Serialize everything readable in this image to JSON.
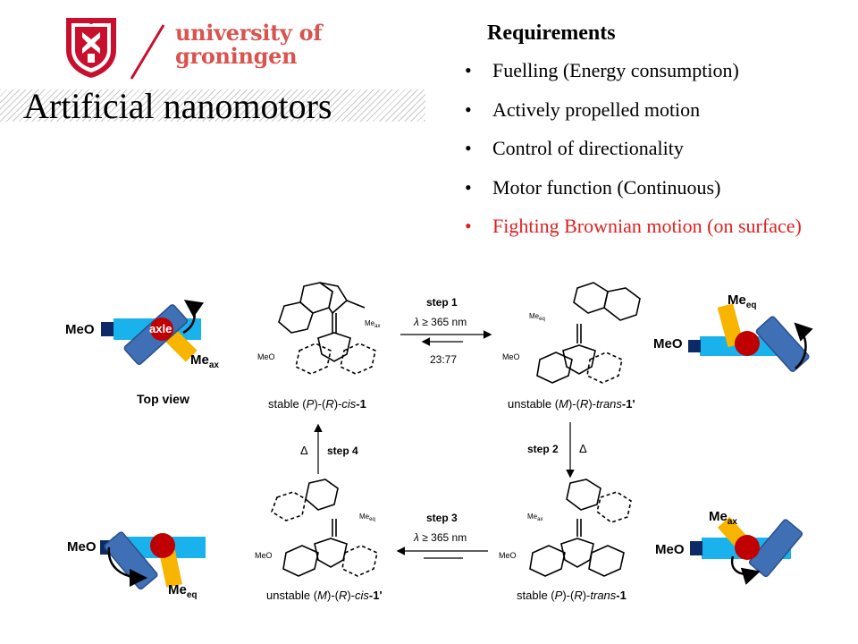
{
  "logo": {
    "line1": "university of",
    "line2": "groningen",
    "brand_color": "#c8102e"
  },
  "slide": {
    "title": "Artificial nanomotors"
  },
  "requirements": {
    "heading": "Requirements",
    "bullet": "•",
    "items": [
      {
        "text": "Fuelling (Energy consumption)",
        "highlight": false
      },
      {
        "text": "Actively propelled motion",
        "highlight": false
      },
      {
        "text": "Control of directionality",
        "highlight": false
      },
      {
        "text": "Motor function (Continuous)",
        "highlight": false
      },
      {
        "text": "Fighting  Brownian motion (on surface)",
        "highlight": true
      }
    ],
    "highlight_color": "#e01f1f"
  },
  "diagram": {
    "top_view_label": "Top view",
    "axle_label": "axle",
    "meo": "MeO",
    "me": "Me",
    "sub_ax": "ax",
    "sub_eq": "eq",
    "colors": {
      "axle_bar": "#1ab2ec",
      "meo_block": "#0c2a66",
      "rotor": "#3f6fb5",
      "methyl": "#f7b500",
      "center": "#c00000"
    },
    "cycle": {
      "step1": {
        "label": "step 1",
        "lambda_symbol": "λ",
        "condition": " ≥ 365 nm",
        "ratio": "23:77"
      },
      "step2": {
        "label": "step 2",
        "delta": "Δ"
      },
      "step3": {
        "label": "step 3",
        "lambda_symbol": "λ",
        "condition": " ≥ 365 nm"
      },
      "step4": {
        "label": "step 4",
        "delta": "Δ"
      },
      "structures": {
        "top_left": {
          "prefix": "stable (",
          "p1": "P",
          "mid1": ")-(",
          "p2": "R",
          "mid2": ")-",
          "isomer": "cis",
          "suffix": "-1"
        },
        "top_right": {
          "prefix": "unstable (",
          "p1": "M",
          "mid1": ")-(",
          "p2": "R",
          "mid2": ")-",
          "isomer": "trans",
          "suffix": "-1'"
        },
        "bottom_left": {
          "prefix": "unstable (",
          "p1": "M",
          "mid1": ")-(",
          "p2": "R",
          "mid2": ")-",
          "isomer": "cis",
          "suffix": "-1'"
        },
        "bottom_right": {
          "prefix": "stable (",
          "p1": "P",
          "mid1": ")-(",
          "p2": "R",
          "mid2": ")-",
          "isomer": "trans",
          "suffix": "-1"
        }
      },
      "mol_labels": {
        "meo": "MeO",
        "me": "Me",
        "sub_ax": "ax",
        "sub_eq": "eq"
      }
    }
  }
}
